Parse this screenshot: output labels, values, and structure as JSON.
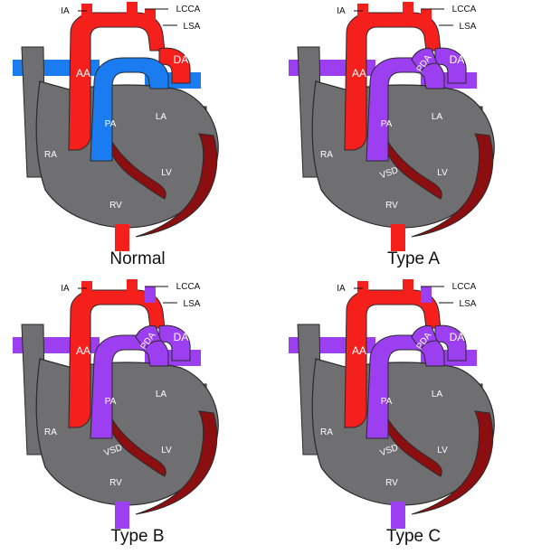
{
  "colors": {
    "aorta_red": "#f5201c",
    "normal_pa_blue": "#1a7cf0",
    "mixed_purple": "#9b3ff0",
    "chamber_gray": "#6f6f72",
    "myocardium_dark_red": "#8b0f10",
    "outline": "#2a2a2a"
  },
  "panels": [
    {
      "id": "normal",
      "caption": "Normal",
      "variant": "normal",
      "labels": {
        "ia": "IA",
        "lcca": "LCCA",
        "lsa": "LSA",
        "aa": "AA",
        "da": "DA",
        "pa": "PA",
        "la": "LA",
        "ra": "RA",
        "lv": "LV",
        "rv": "RV",
        "pda": "",
        "vsd": ""
      }
    },
    {
      "id": "type-a",
      "caption": "Type A",
      "variant": "A",
      "labels": {
        "ia": "IA",
        "lcca": "LCCA",
        "lsa": "LSA",
        "aa": "AA",
        "da": "DA",
        "pa": "PA",
        "la": "LA",
        "ra": "RA",
        "lv": "LV",
        "rv": "RV",
        "pda": "PDA",
        "vsd": "VSD"
      }
    },
    {
      "id": "type-b",
      "caption": "Type B",
      "variant": "B",
      "labels": {
        "ia": "IA",
        "lcca": "LCCA",
        "lsa": "LSA",
        "aa": "AA",
        "da": "DA",
        "pa": "PA",
        "la": "LA",
        "ra": "RA",
        "lv": "LV",
        "rv": "RV",
        "pda": "PDA",
        "vsd": "VSD"
      }
    },
    {
      "id": "type-c",
      "caption": "Type C",
      "variant": "C",
      "labels": {
        "ia": "IA",
        "lcca": "LCCA",
        "lsa": "LSA",
        "aa": "AA",
        "da": "DA",
        "pa": "PA",
        "la": "LA",
        "ra": "RA",
        "lv": "LV",
        "rv": "RV",
        "pda": "PDA",
        "vsd": "VSD"
      }
    }
  ]
}
